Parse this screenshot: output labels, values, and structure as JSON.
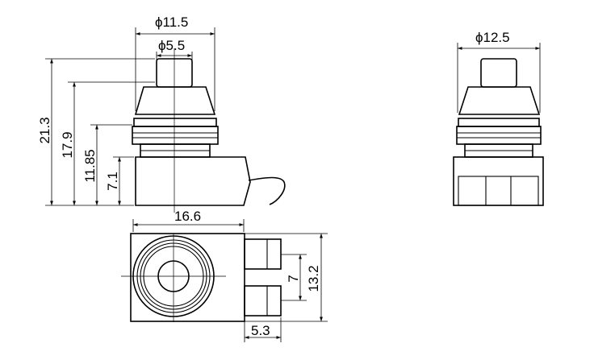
{
  "side_view": {
    "dim_outer_diameter": "ϕ11.5",
    "dim_stem_diameter": "ϕ5.5",
    "dim_total_height": "21.3",
    "dim_cap_height": "17.9",
    "dim_ring_height": "11.85",
    "dim_body_height": "7.1"
  },
  "right_view": {
    "dim_diameter": "ϕ12.5"
  },
  "bottom_view": {
    "dim_body_width": "16.6",
    "dim_overall_height": "13.2",
    "dim_terminal_spacing": "7",
    "dim_terminal_width": "5.3"
  }
}
